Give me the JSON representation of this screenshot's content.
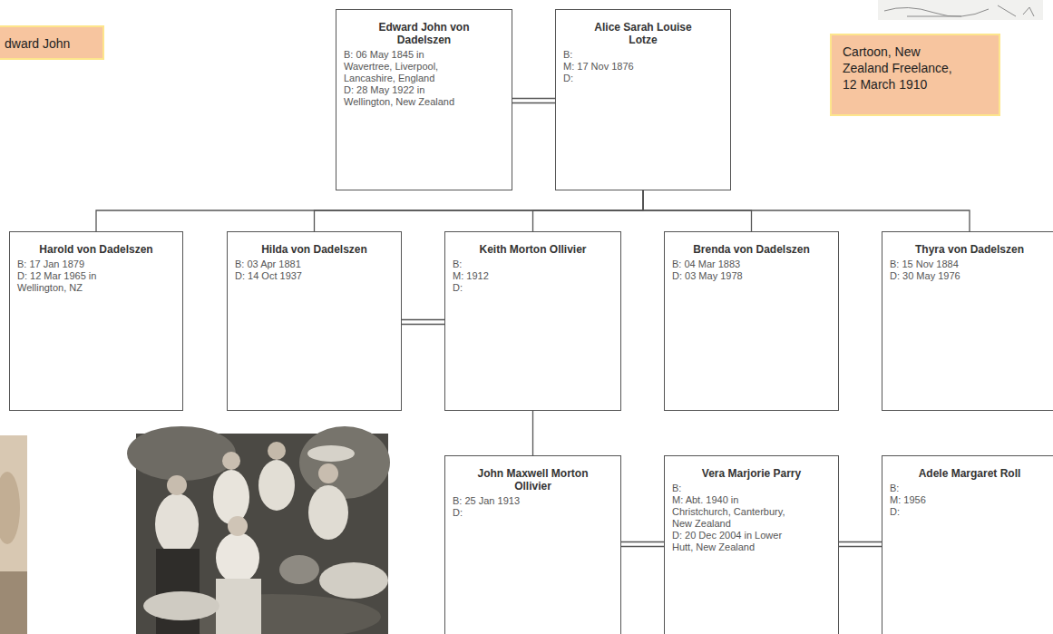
{
  "diagram": {
    "nodes": [
      {
        "text": [
          "dward John"
        ]
      },
      {
        "text": [
          "Edward John von Dadelszen",
          "B: 06 May 1845 in Wavertree, Liverpool, Lancashire, England",
          "D: 28 May 1922 in Wellington, New Zealand"
        ]
      },
      {
        "text": [
          "Alice Sarah Louise Lotze",
          "B:",
          "M: 17 Nov 1876",
          "D:"
        ]
      },
      {
        "text": [
          "Cartoon, New Zealand Freelance, 12 March 1910"
        ]
      },
      {
        "text": [
          "Harold von Dadelszen",
          "B: 17 Jan 1879",
          "D: 12 Mar 1965 in Wellington, NZ"
        ]
      },
      {
        "text": [
          "Hilda von Dadelszen",
          "B: 03 Apr 1881",
          "D: 14 Oct 1937"
        ]
      },
      {
        "text": [
          "Keith Morton Ollivier",
          "B:",
          "M: 1912",
          "D:"
        ]
      },
      {
        "text": [
          "Brenda von Dadelszen",
          "B: 04 Mar 1883",
          "D: 03 May 1978"
        ]
      },
      {
        "text": [
          "Thyra von Dadelszen",
          "B: 15 Nov 1884",
          "D: 30 May 1976"
        ]
      },
      {
        "text": [
          "John Maxwell Morton Ollivier",
          "B: 25 Jan 1913",
          "D:"
        ]
      },
      {
        "text": [
          "Vera Marjorie Parry",
          "B:",
          "M: Abt. 1940 in Christchurch, Canterbury, New Zealand",
          "D: 20 Dec 2004 in Lower Hutt, New Zealand"
        ]
      },
      {
        "text": [
          "Adele Margaret Roll",
          "B:",
          "M: 1956",
          "D:"
        ]
      }
    ],
    "edges": [
      {
        "from": 1,
        "to": 2,
        "arrow": "none"
      },
      {
        "from": 2,
        "to": 4,
        "arrow": "none"
      },
      {
        "from": 2,
        "to": 5,
        "arrow": "none"
      },
      {
        "from": 2,
        "to": 6,
        "arrow": "none"
      },
      {
        "from": 2,
        "to": 7,
        "arrow": "none"
      },
      {
        "from": 2,
        "to": 8,
        "arrow": "none"
      },
      {
        "from": 5,
        "to": 6,
        "arrow": "none"
      },
      {
        "from": 6,
        "to": 9,
        "arrow": "none"
      },
      {
        "from": 9,
        "to": 10,
        "arrow": "none"
      },
      {
        "from": 10,
        "to": 11,
        "arrow": "none"
      }
    ]
  }
}
